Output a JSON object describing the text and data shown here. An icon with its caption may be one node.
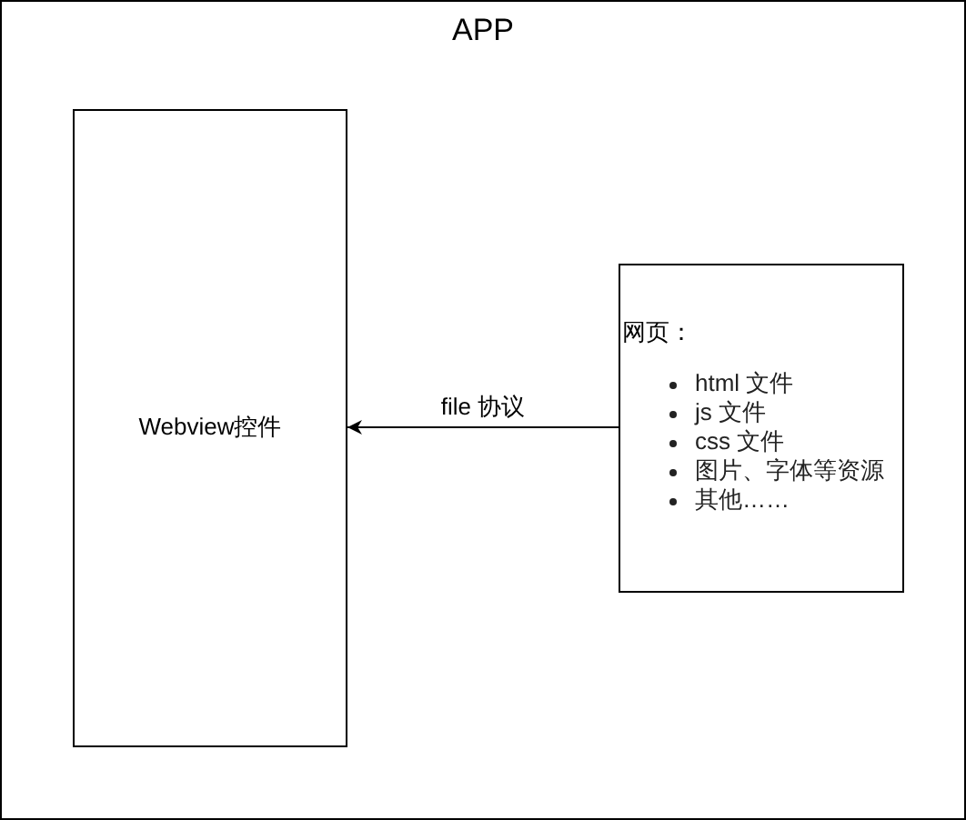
{
  "diagram": {
    "nodes": [
      {
        "text": [
          "APP"
        ]
      },
      {
        "text": [
          "Webview控件"
        ],
        "in": 0
      },
      {
        "text": [
          "网页：",
          "html 文件",
          "js 文件",
          "css 文件",
          "图片、字体等资源",
          "其他……"
        ],
        "in": 0
      }
    ],
    "edges": [
      {
        "from": 2,
        "to": 1,
        "arrow": "to",
        "label": "file 协议"
      }
    ]
  }
}
